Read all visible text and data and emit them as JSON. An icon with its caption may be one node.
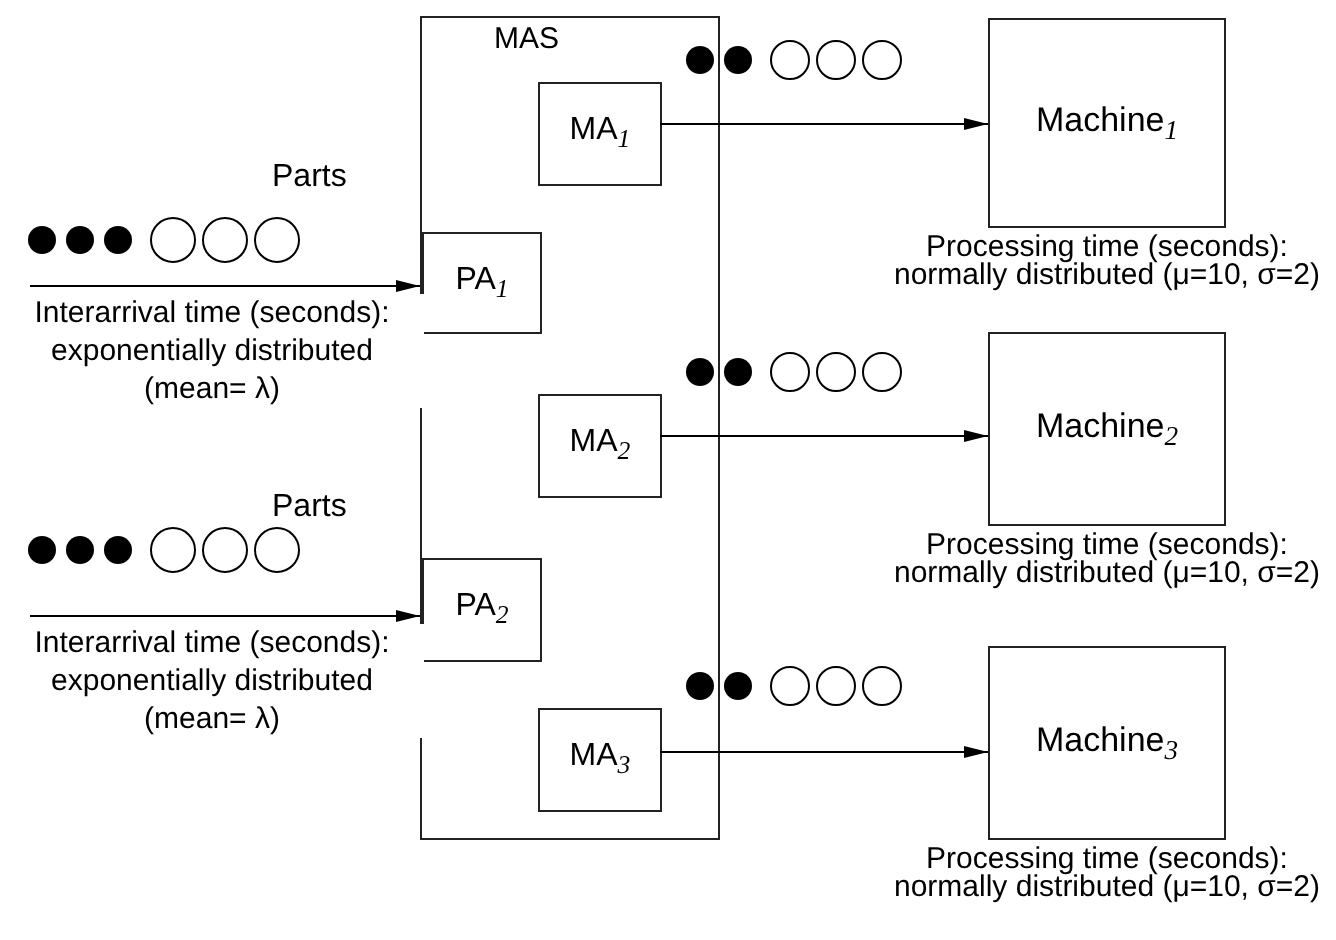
{
  "diagram": {
    "nodes": [
      {
        "text": [
          "MAS"
        ]
      },
      {
        "text": [
          "MA$_{1}$"
        ],
        "in": 0
      },
      {
        "text": [
          "PA$_{1}$"
        ],
        "in": 0
      },
      {
        "text": [
          "MA$_{2}$"
        ],
        "in": 0
      },
      {
        "text": [
          "PA$_{2}$"
        ],
        "in": 0
      },
      {
        "text": [
          "MA$_{3}$"
        ],
        "in": 0
      },
      {
        "text": [
          "Machine$_{1}$"
        ],
        "beside": [
          "Processing time (seconds): normally distributed (μ=10, σ=2)"
        ]
      },
      {
        "text": [
          "Machine$_{2}$"
        ],
        "beside": [
          "Processing time (seconds): normally distributed (μ=10, σ=2)"
        ]
      },
      {
        "text": [
          "Machine$_{3}$"
        ],
        "beside": [
          "Processing time (seconds): normally distributed (μ=10, σ=2)"
        ]
      }
    ],
    "edges": [
      {
        "from": null,
        "to": 2,
        "arrow": "to",
        "label": "Interarrival time (seconds): exponentially distributed (mean= λ)"
      },
      {
        "from": null,
        "to": 4,
        "arrow": "to",
        "label": "Interarrival time (seconds): exponentially distributed (mean= λ)"
      },
      {
        "from": 1,
        "to": 6,
        "arrow": "to"
      },
      {
        "from": 3,
        "to": 7,
        "arrow": "to"
      },
      {
        "from": 5,
        "to": 8,
        "arrow": "to"
      }
    ],
    "labels": [
      "Parts",
      "Parts"
    ]
  }
}
